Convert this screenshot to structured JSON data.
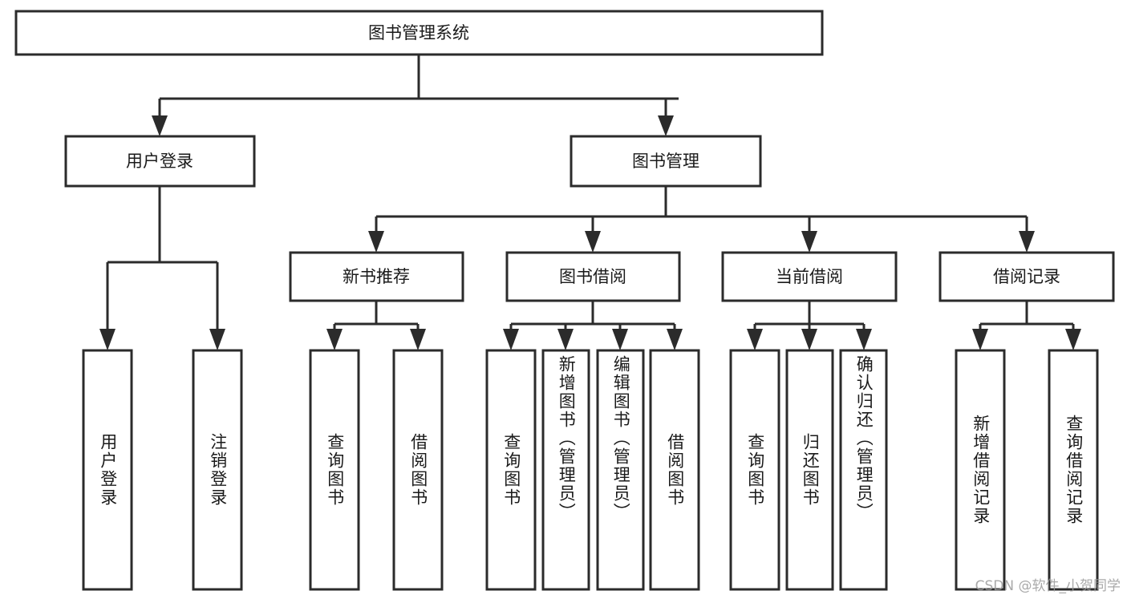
{
  "diagram": {
    "title": "图书管理系统",
    "type": "hierarchy-tree",
    "watermark": "CSDN @软件_小贺同学",
    "colors": {
      "background": "#ffffff",
      "box_fill": "#ffffff",
      "box_stroke": "#2b2b2b",
      "text": "#1a1a1a",
      "watermark": "#9b9b9b"
    },
    "root": {
      "label": "图书管理系统"
    },
    "level2": [
      {
        "label": "用户登录"
      },
      {
        "label": "图书管理"
      }
    ],
    "level3": [
      {
        "label": "新书推荐"
      },
      {
        "label": "图书借阅"
      },
      {
        "label": "当前借阅"
      },
      {
        "label": "借阅记录"
      }
    ],
    "leaves": {
      "user_login": [
        {
          "label": "用户登录"
        },
        {
          "label": "注销登录"
        }
      ],
      "new_book_recommend": [
        {
          "label": "查询图书"
        },
        {
          "label": "借阅图书"
        }
      ],
      "book_borrow": [
        {
          "label": "查询图书"
        },
        {
          "label": "新增图书（管理员）"
        },
        {
          "label": "编辑图书（管理员）"
        },
        {
          "label": "借阅图书"
        }
      ],
      "current_borrow": [
        {
          "label": "查询图书"
        },
        {
          "label": "归还图书"
        },
        {
          "label": "确认归还（管理员）"
        }
      ],
      "borrow_record": [
        {
          "label": "新增借阅记录"
        },
        {
          "label": "查询借阅记录"
        }
      ]
    }
  }
}
